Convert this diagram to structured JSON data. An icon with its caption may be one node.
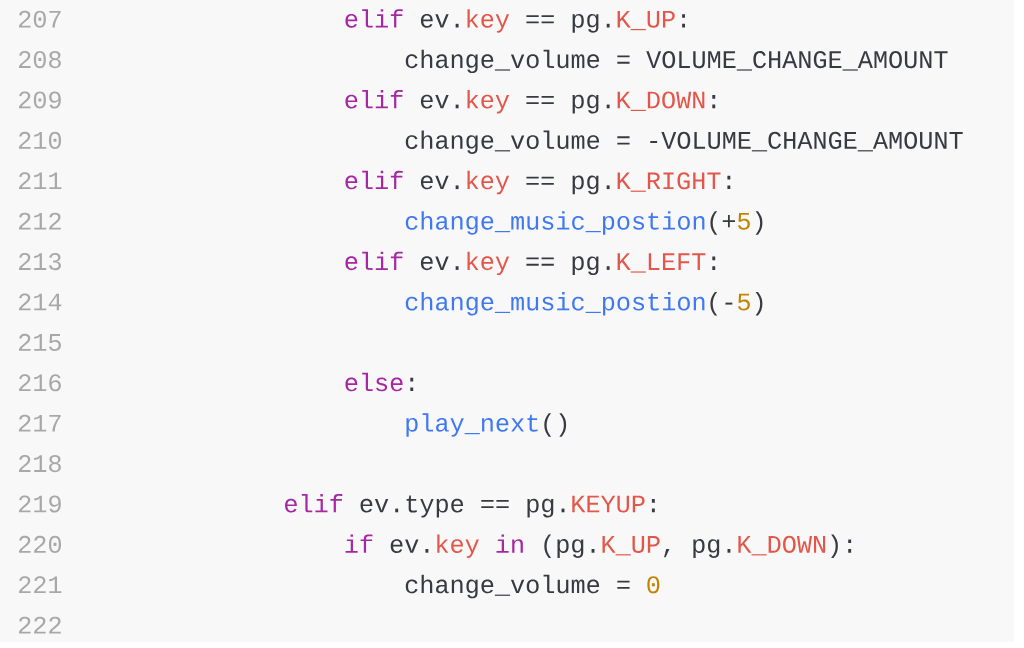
{
  "diagram": {
    "labels": [
      "207",
      "elif",
      "ev.",
      "key",
      "== pg.",
      "K_UP",
      ":",
      "208",
      "change_volume = VOLUME_CHANGE_AMOUNT",
      "209",
      "elif",
      "ev.",
      "key",
      "== pg.",
      "K_DOWN",
      ":",
      "210",
      "change_volume = -VOLUME_CHANGE_AMOUNT",
      "211",
      "elif",
      "ev.",
      "key",
      "== pg.",
      "K_RIGHT",
      ":",
      "212",
      "change_music_postion",
      "(+",
      "5",
      ")",
      "213",
      "elif",
      "ev.",
      "key",
      "== pg.",
      "K_LEFT",
      ":",
      "214",
      "change_music_postion",
      "(-",
      "5",
      ")",
      "215",
      "216",
      "else",
      ":",
      "217",
      "play_next",
      "()",
      "218",
      "219",
      "elif",
      "ev.type == pg.",
      "KEYUP",
      ":",
      "220",
      "if",
      "ev.",
      "key",
      "in",
      "(pg.",
      "K_UP",
      ", pg.",
      "K_DOWN",
      "):",
      "221",
      "change_volume =",
      "0",
      "222"
    ]
  }
}
